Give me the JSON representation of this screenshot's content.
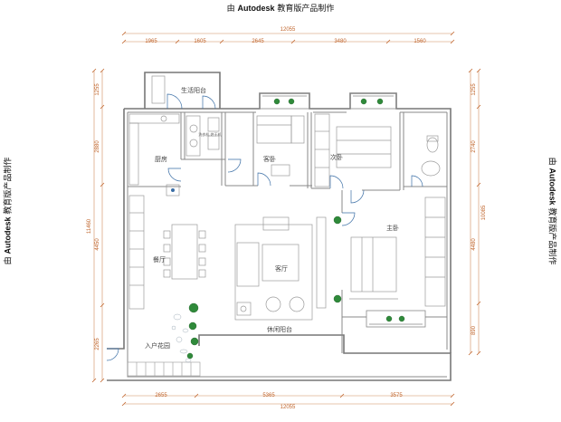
{
  "watermark": {
    "prefix": "由",
    "brand": "Autodesk",
    "suffix": "教育版产品制作"
  },
  "rooms": {
    "utility_balcony": "生活阳台",
    "kitchen": "厨房",
    "dining": "餐厅",
    "entry_garden": "入户花园",
    "guest_bedroom": "客卧",
    "second_bedroom": "次卧",
    "living_room": "客厅",
    "master_bedroom": "主卧",
    "leisure_balcony": "休闲阳台"
  },
  "fixtures": {
    "washer_dryer": "洗衣机 烘干机"
  },
  "dimensions": {
    "top_total": "12055",
    "top_segments": [
      "1965",
      "1605",
      "2645",
      "3480",
      "1560"
    ],
    "bottom_total": "12055",
    "bottom_segments": [
      "2655",
      "5365",
      "3575"
    ],
    "left_total": "11460",
    "left_segments": [
      "1255",
      "2880",
      "4450",
      "2265"
    ],
    "right_total": "10085",
    "right_segments": [
      "1255",
      "2740",
      "4480",
      "890"
    ]
  },
  "colors": {
    "wall": "#777777",
    "dimension": "#c0652c",
    "furniture": "#9a9a9a",
    "door": "#3a6ea5",
    "plant": "#2f8a3a"
  }
}
